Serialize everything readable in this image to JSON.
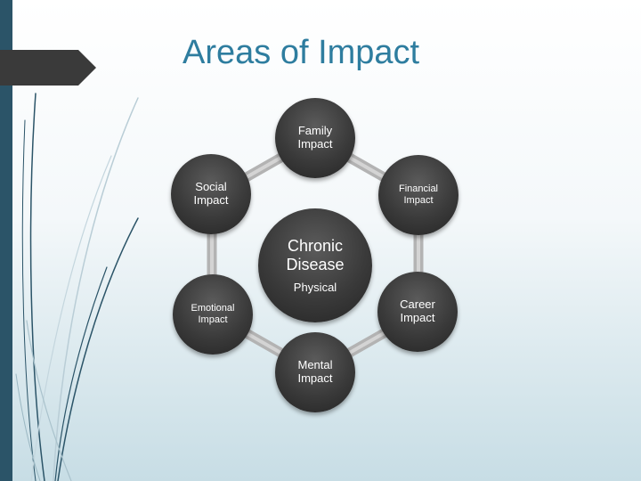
{
  "slide": {
    "title": "Areas of Impact"
  },
  "diagram": {
    "center": {
      "label": "Chronic\nDisease",
      "sublabel": "Physical"
    },
    "nodes": [
      {
        "id": "family",
        "label": "Family\nImpact"
      },
      {
        "id": "financial",
        "label": "Financial\nImpact"
      },
      {
        "id": "career",
        "label": "Career\nImpact"
      },
      {
        "id": "mental",
        "label": "Mental\nImpact"
      },
      {
        "id": "emotional",
        "label": "Emotional\nImpact"
      },
      {
        "id": "social",
        "label": "Social\nImpact"
      }
    ],
    "colors": {
      "node_fill": "#3a3a3a",
      "ring": "#b3b3b3",
      "title": "#2e7d9f",
      "accent_bar": "#2b5468"
    }
  }
}
